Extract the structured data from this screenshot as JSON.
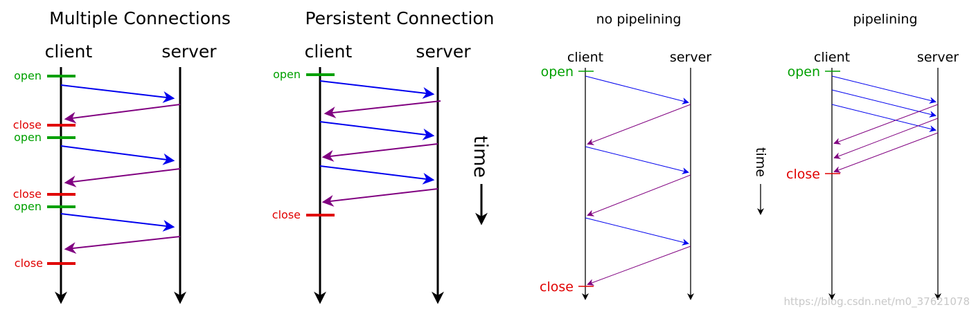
{
  "colors": {
    "open": "#00a000",
    "close": "#e00000",
    "request": "#0000ee",
    "response": "#800080",
    "timeline": "#000000"
  },
  "panel1": {
    "title": "Multiple Connections",
    "client": "client",
    "server": "server",
    "open1": "open",
    "close1": "close",
    "open2": "open",
    "close2": "close",
    "open3": "open",
    "close3": "close"
  },
  "panel2": {
    "title": "Persistent Connection",
    "client": "client",
    "server": "server",
    "open1": "open",
    "close1": "close",
    "time": "time"
  },
  "panel3": {
    "title": "no pipelining",
    "client": "client",
    "server": "server",
    "open1": "open",
    "close1": "close",
    "time": "time"
  },
  "panel4": {
    "title": "pipelining",
    "client": "client",
    "server": "server",
    "open1": "open",
    "close1": "close"
  },
  "watermark": "https://blog.csdn.net/m0_37621078"
}
